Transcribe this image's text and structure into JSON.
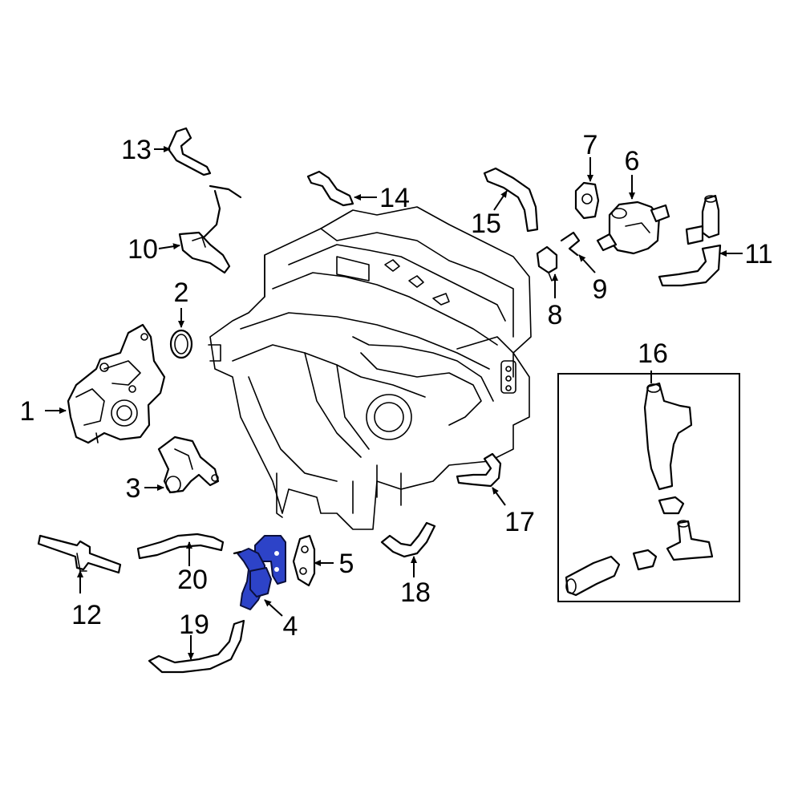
{
  "diagram": {
    "highlight_color": "#2d43c8",
    "callouts": [
      "1",
      "2",
      "3",
      "4",
      "5",
      "6",
      "7",
      "8",
      "9",
      "10",
      "11",
      "12",
      "13",
      "14",
      "15",
      "16",
      "17",
      "18",
      "19",
      "20"
    ]
  }
}
